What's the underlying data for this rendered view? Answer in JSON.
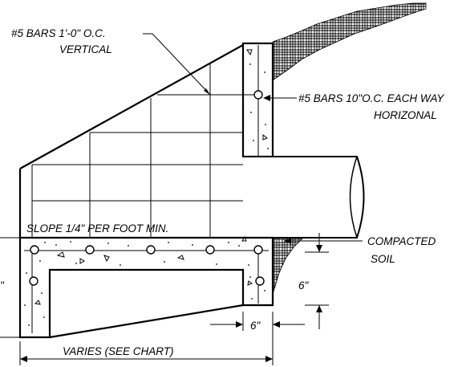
{
  "labels": {
    "vertical_bars_line1": "#5 BARS 1'-0\" O.C.",
    "vertical_bars_line2": "VERTICAL",
    "horizontal_bars_line1": "#5 BARS 10\"O.C. EACH WAY",
    "horizontal_bars_line2": "HORIZONAL",
    "slope": "SLOPE 1/4\" PER FOOT MIN.",
    "compacted_line1": "COMPACTED",
    "compacted_line2": "SOIL",
    "dim_six_vertical": "6\"",
    "dim_six_horizontal": "6\"",
    "dim_varies": "VARIES (SEE CHART)",
    "dim_cutoff_left": "\""
  }
}
